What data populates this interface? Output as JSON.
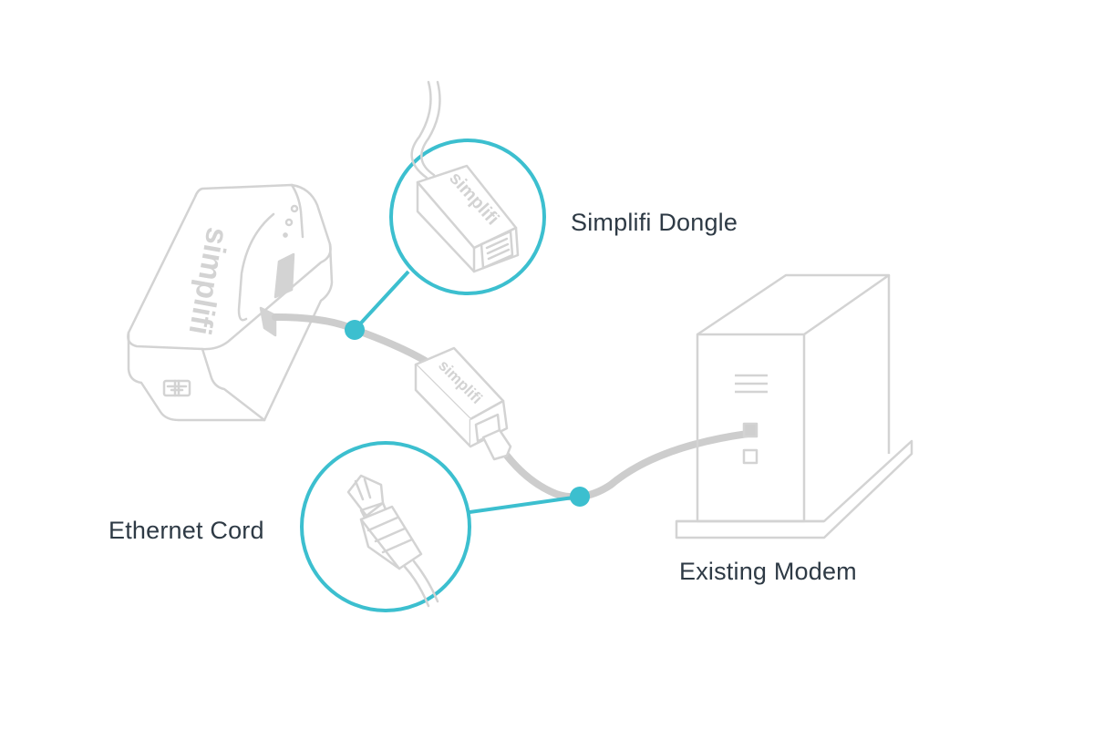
{
  "labels": {
    "dongle": "Simplifi Dongle",
    "ethernet": "Ethernet Cord",
    "modem": "Existing Modem"
  },
  "device": {
    "brand_text": "simplifi",
    "dongle_brand_text": "simplifi"
  },
  "colors": {
    "accent": "#3cbfcf",
    "outline": "#d0d0d0",
    "cable": "#cfcfcf",
    "label_text": "#2e3a45"
  },
  "icons": [
    "hub-device-icon",
    "dongle-icon",
    "ethernet-plug-icon",
    "modem-tower-icon"
  ]
}
